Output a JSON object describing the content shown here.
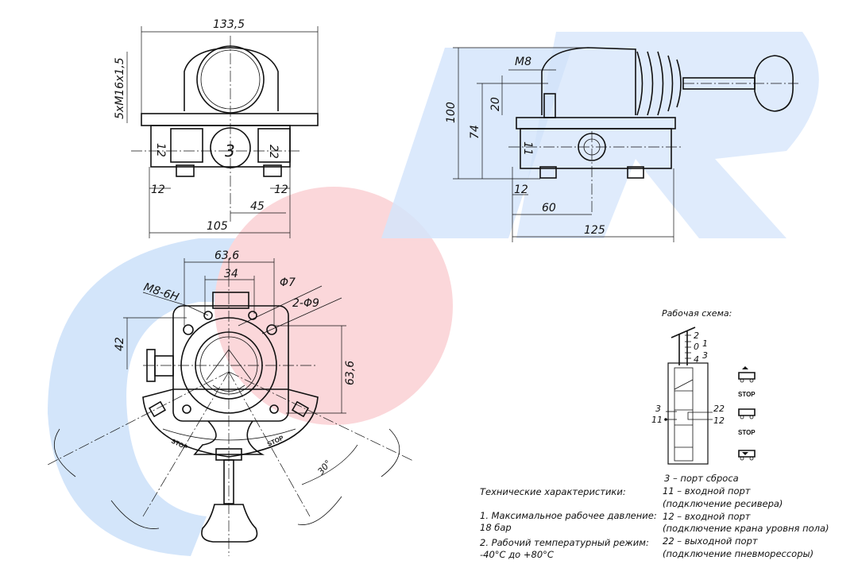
{
  "colors": {
    "watermark_blue": "#cfe2fa",
    "watermark_red": "#fbd3d6",
    "line": "#111111"
  },
  "top_view": {
    "width_dim": "133,5",
    "thread_dim": "5xM16x1,5",
    "port_left": "12",
    "port_center": "3",
    "port_right": "22",
    "dim_12_left": "12",
    "dim_12_right": "12",
    "dim_45": "45",
    "dim_105": "105"
  },
  "side_view": {
    "thread_m8": "M8",
    "dim_20": "20",
    "dim_100": "100",
    "dim_74": "74",
    "port_label": "11",
    "dim_12": "12",
    "dim_60": "60",
    "dim_125": "125"
  },
  "front_view": {
    "dim_63_6_h": "63,6",
    "dim_34": "34",
    "thread_m8_6h": "M8-6H",
    "hole_phi7": "Φ7",
    "hole_2phi9": "2-Φ9",
    "dim_42": "42",
    "dim_63_6_v": "63,6",
    "angle_30": "30°",
    "stop_left": "STOP",
    "stop_right": "STOP"
  },
  "schema": {
    "title": "Рабочая схема:",
    "positions": [
      "2",
      "1",
      "0",
      "3",
      "4"
    ],
    "port_3": "3",
    "port_11": "11",
    "port_22": "22",
    "port_12": "12",
    "stop_1": "STOP",
    "stop_2": "STOP",
    "icons": [
      "trailer-raise-icon",
      "trailer-neutral-icon",
      "trailer-lower-icon"
    ]
  },
  "specs": {
    "title": "Технические характеристики:",
    "item1_label": "1. Максимальное рабочее давление:",
    "item1_value": "18 бар",
    "item2_label": "2. Рабочий температурный режим:",
    "item2_value": "-40°С до +80°С"
  },
  "ports_legend": [
    "3 – порт сброса",
    "11 – входной порт",
    "(подключение ресивера)",
    "12 – входной порт",
    "(подключение крана уровня пола)",
    "22 – выходной порт",
    "(подключение пневморессоры)"
  ]
}
